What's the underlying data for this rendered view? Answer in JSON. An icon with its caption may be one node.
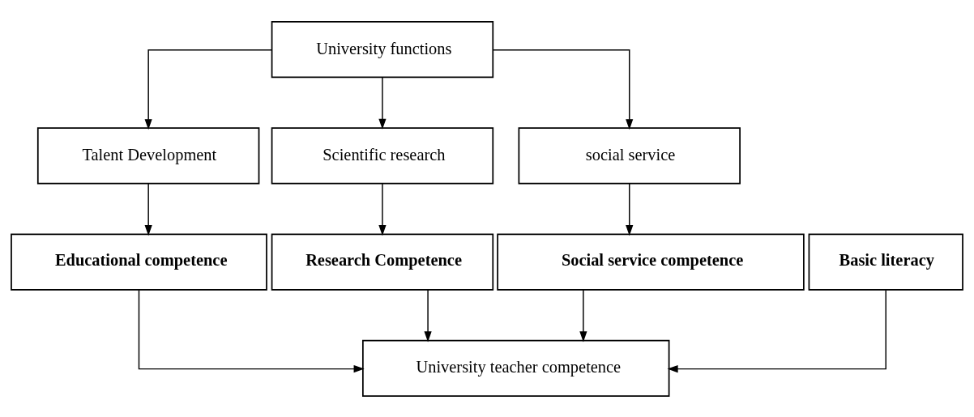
{
  "diagram": {
    "nodes": [
      {
        "text": [
          "University functions"
        ]
      },
      {
        "text": [
          "Talent Development"
        ]
      },
      {
        "text": [
          "Scientific research"
        ]
      },
      {
        "text": [
          "social service"
        ]
      },
      {
        "text": [
          "Educational competence"
        ]
      },
      {
        "text": [
          "Research Competence"
        ]
      },
      {
        "text": [
          "Social service competence"
        ]
      },
      {
        "text": [
          "Basic literacy"
        ]
      },
      {
        "text": [
          "University teacher competence"
        ]
      }
    ],
    "edges": [
      {
        "from": 0,
        "to": 1,
        "arrow": "to"
      },
      {
        "from": 0,
        "to": 2,
        "arrow": "to"
      },
      {
        "from": 0,
        "to": 3,
        "arrow": "to"
      },
      {
        "from": 1,
        "to": 4,
        "arrow": "to"
      },
      {
        "from": 2,
        "to": 5,
        "arrow": "to"
      },
      {
        "from": 3,
        "to": 6,
        "arrow": "to"
      },
      {
        "from": 4,
        "to": 8,
        "arrow": "to"
      },
      {
        "from": 5,
        "to": 8,
        "arrow": "to"
      },
      {
        "from": 6,
        "to": 8,
        "arrow": "to"
      },
      {
        "from": 7,
        "to": 8,
        "arrow": "to"
      }
    ]
  }
}
